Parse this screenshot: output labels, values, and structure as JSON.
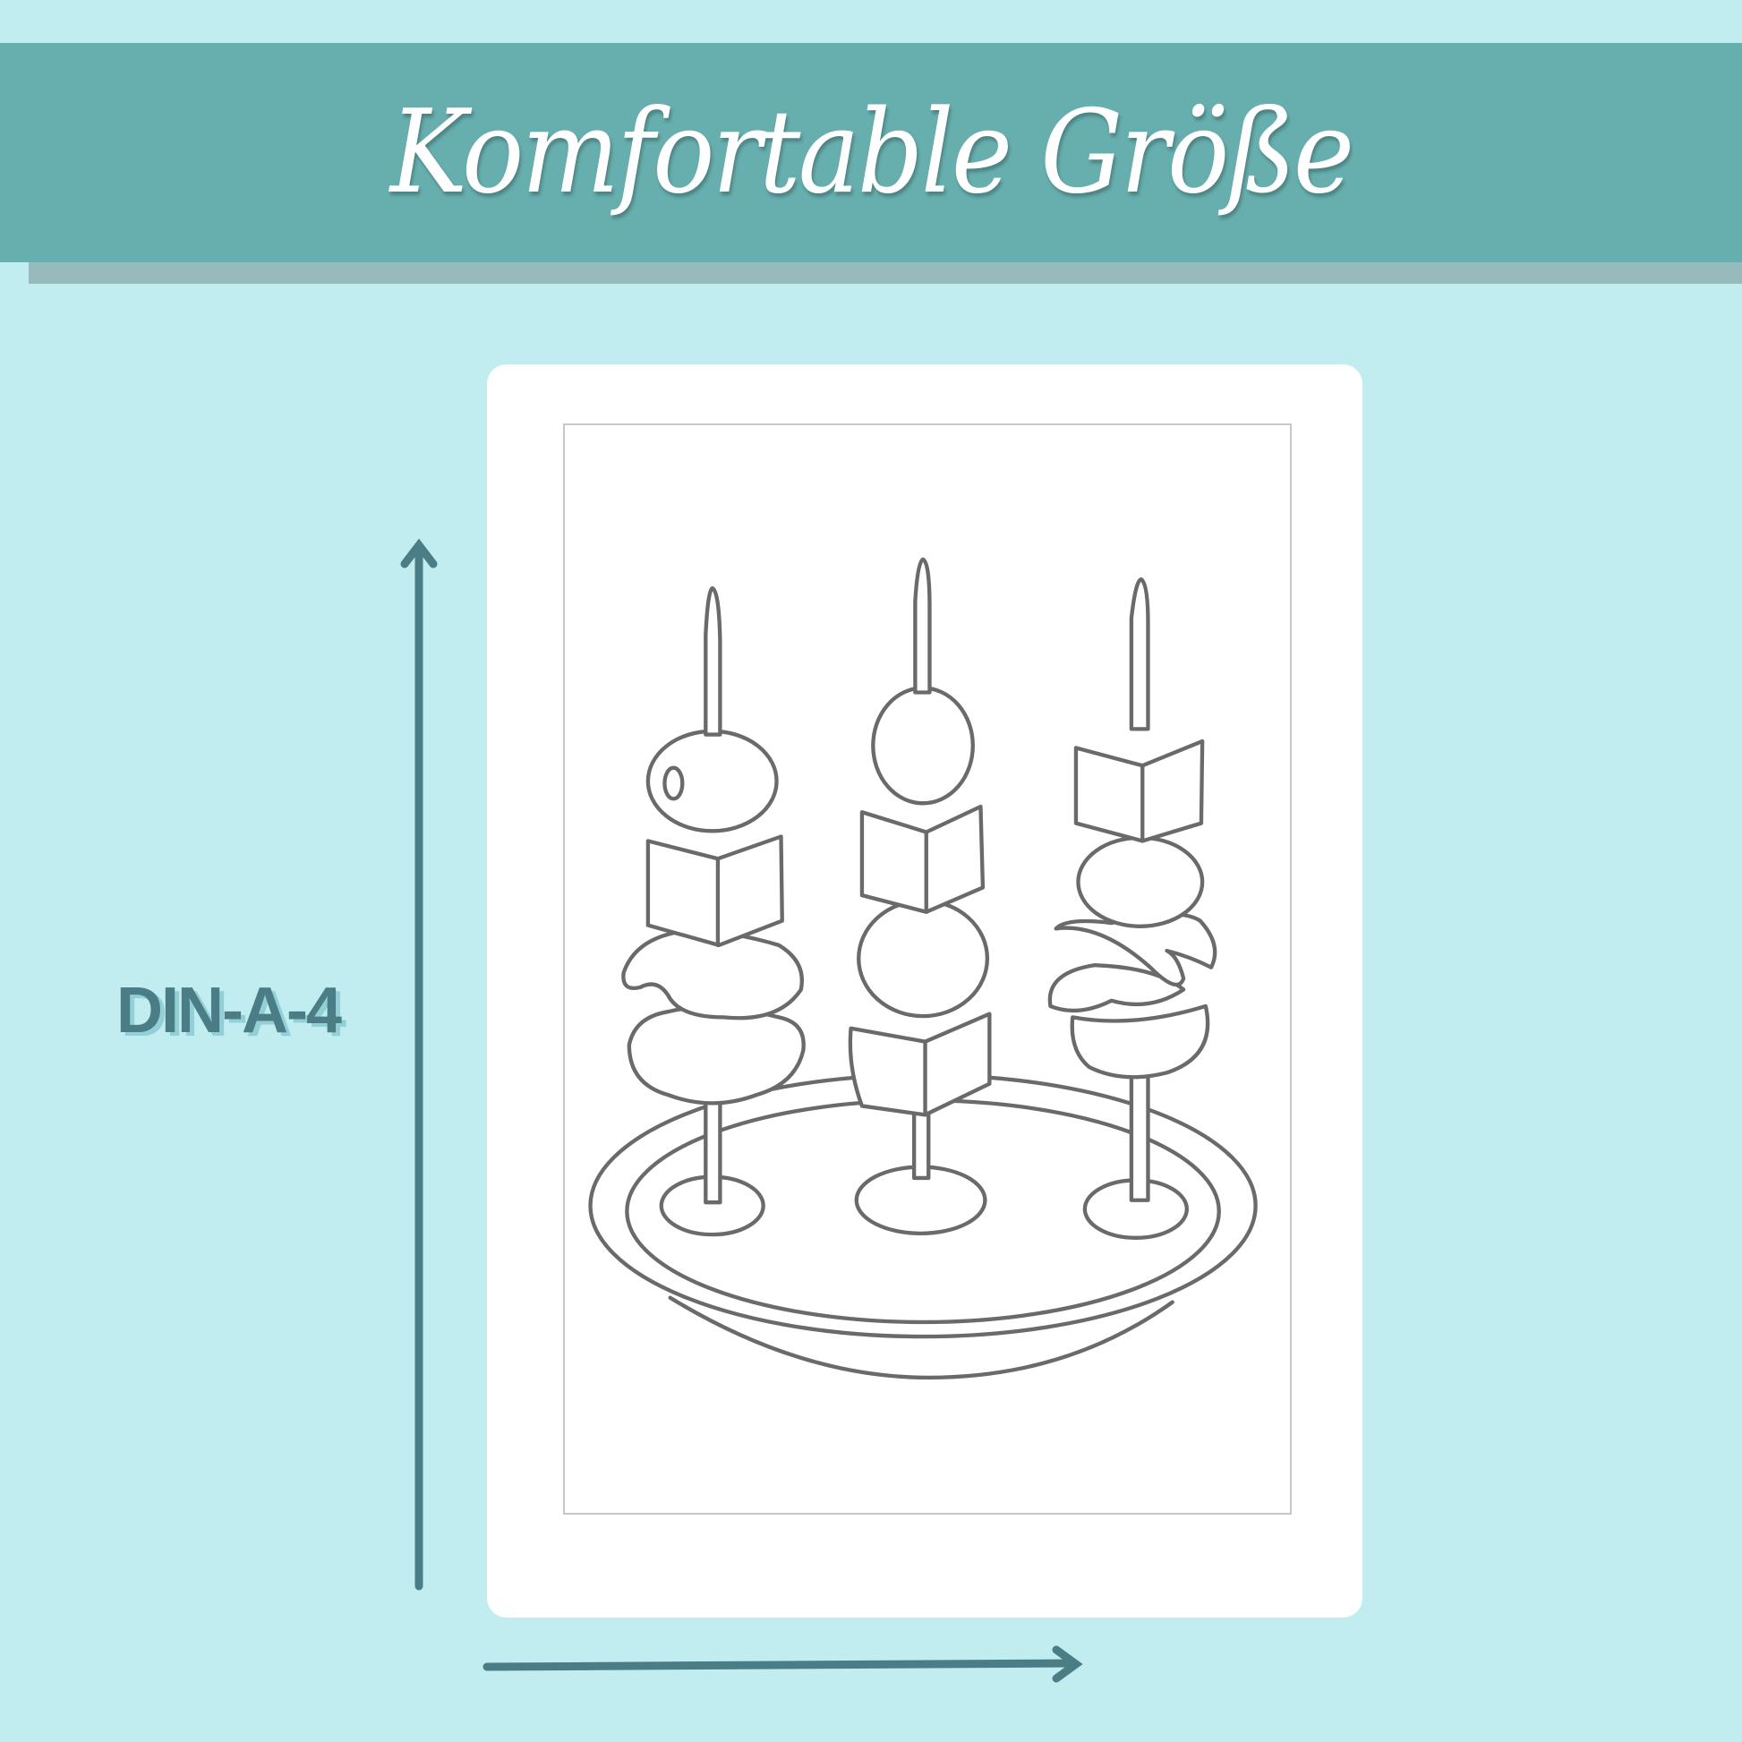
{
  "header": {
    "title": "Komfortable Größe"
  },
  "size_label": "DIN-A-4",
  "colors": {
    "background": "#c1edf0",
    "banner": "#67aeae",
    "accent": "#4b7d87",
    "line": "#6a6a6a"
  },
  "illustration": {
    "subject": "skewers-on-plate-coloring-page"
  }
}
